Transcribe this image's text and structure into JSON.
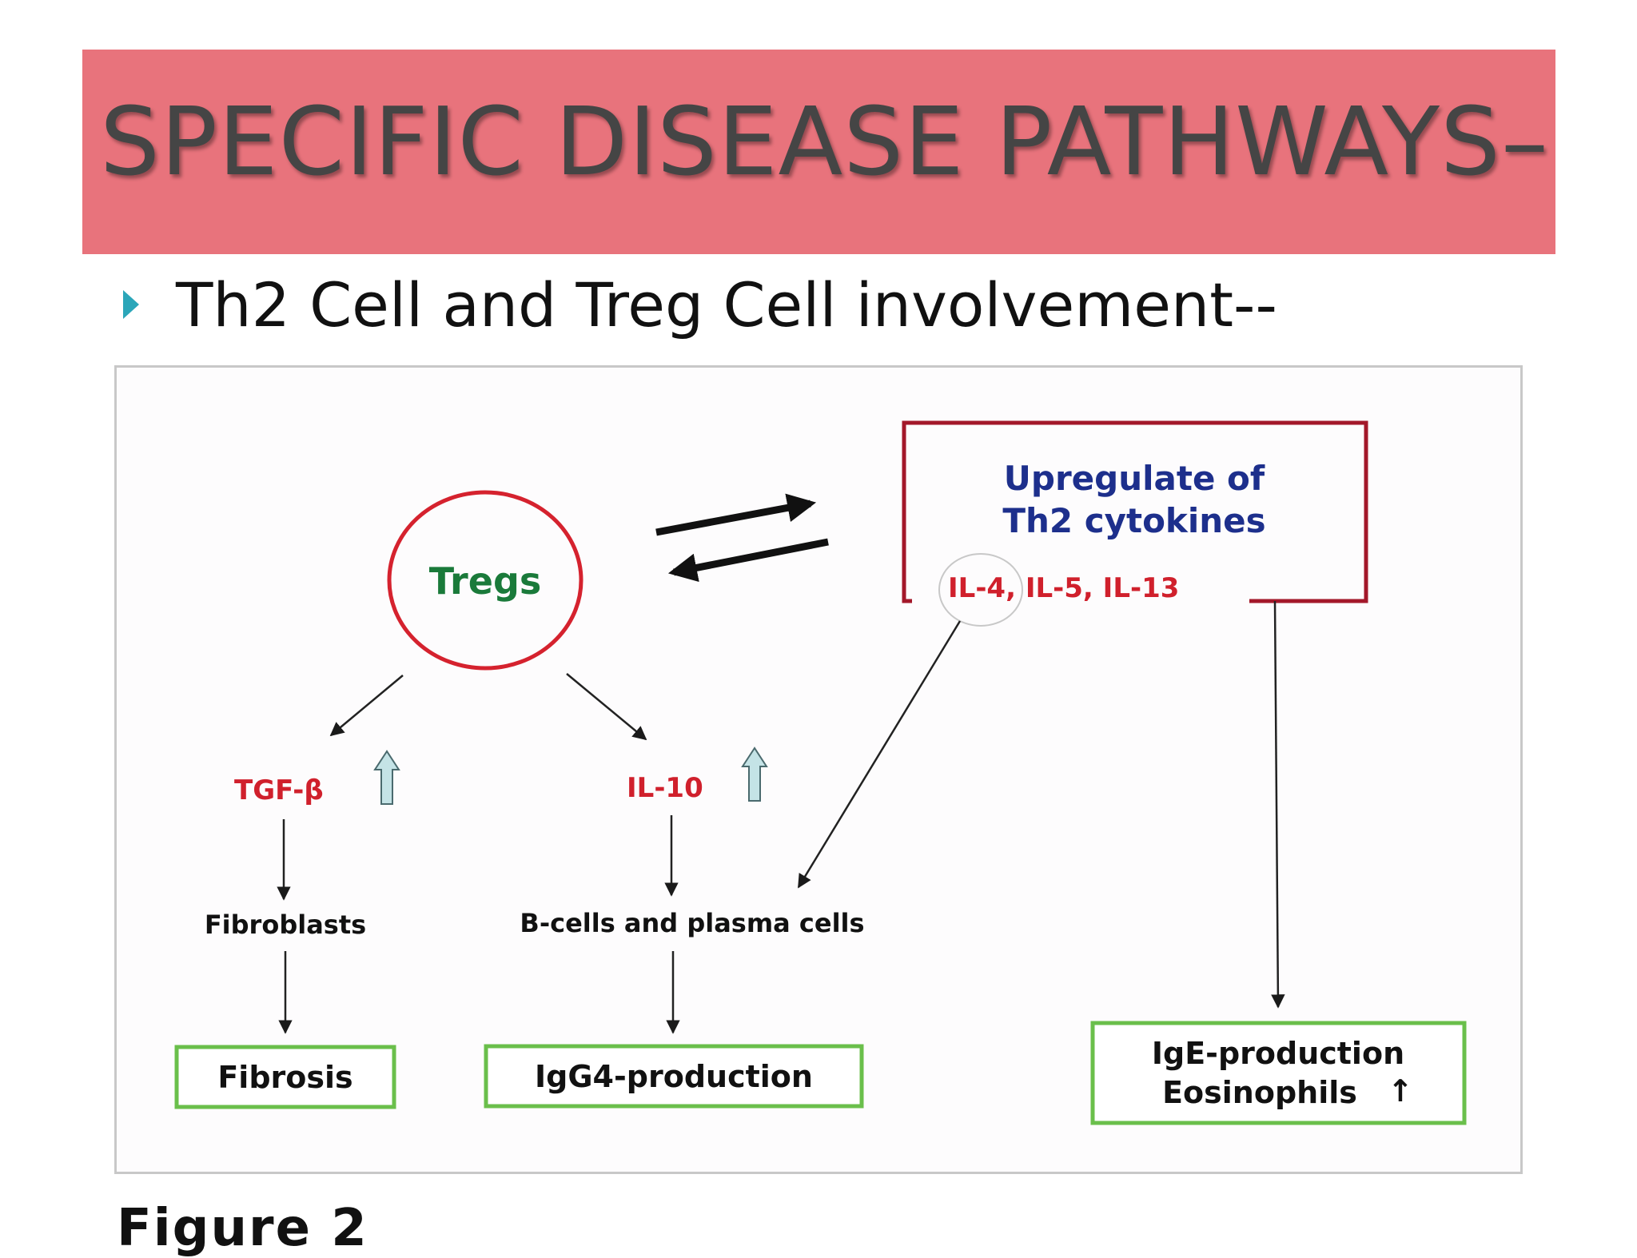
{
  "slide": {
    "title": "SPECIFIC DISEASE PATHWAYS–",
    "bullet": "Th2 Cell and Treg Cell involvement--",
    "caption_fragment": "Figure 2"
  },
  "diagram": {
    "tregs": "Tregs",
    "th2_box_line1": "Upregulate of",
    "th2_box_line2": "Th2 cytokines",
    "cytokines": "IL-4, IL-5, IL-13",
    "tgf": "TGF-β",
    "il10": "IL-10",
    "fibroblasts": "Fibroblasts",
    "bcells": "B-cells and plasma cells",
    "fibrosis": "Fibrosis",
    "igg4": "IgG4-production",
    "ige_line1": "IgE-production",
    "ige_line2": "Eosinophils",
    "ige_up_arrow": "↑"
  },
  "colors": {
    "title_bar": "#e8737c",
    "bullet": "#2ba6b9",
    "tregs_circle": "#d5222e",
    "tregs_text": "#1a7a3a",
    "th2_box_border": "#a3182a",
    "th2_text": "#1d2f8c",
    "cytokine_text": "#d0202c",
    "result_box_border": "#6abf4b",
    "up_arrow_fill": "#c4e3e6"
  }
}
